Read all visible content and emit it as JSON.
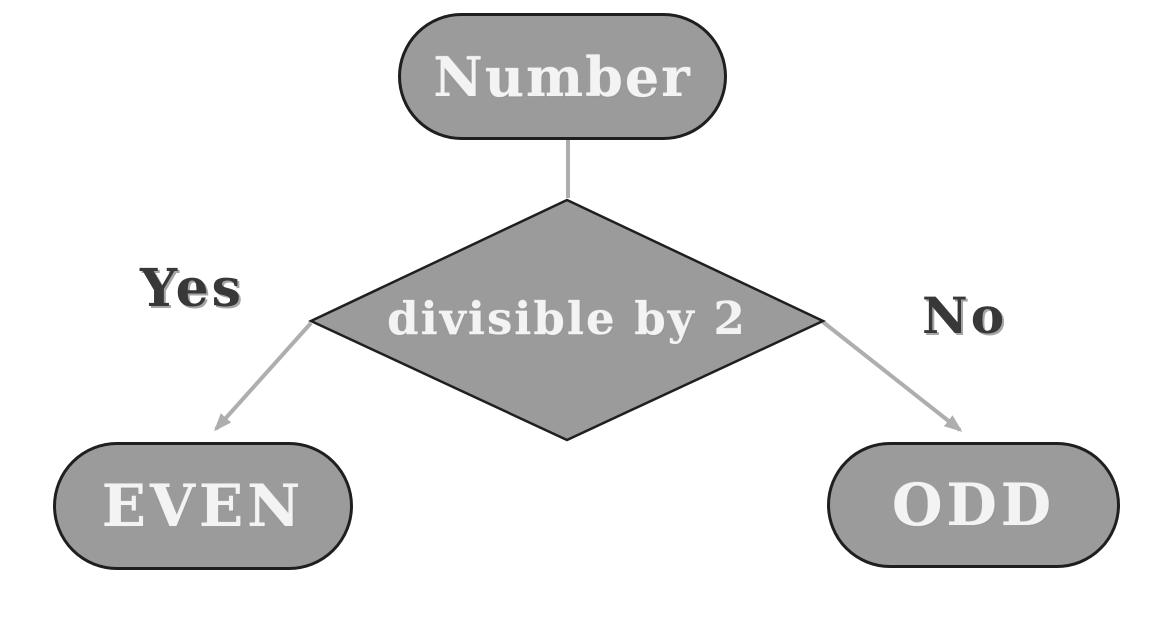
{
  "colors": {
    "background": "#ffffff",
    "node_fill": "#9b9b9b",
    "node_border": "#1f1f1f",
    "connector": "#aeaeae",
    "node_text": "#f3f3f3",
    "branch_label_text": "#383838"
  },
  "flowchart": {
    "nodes": {
      "start": {
        "label": "Number",
        "shape": "rounded"
      },
      "decision": {
        "label": "divisible by 2",
        "shape": "diamond"
      },
      "even": {
        "label": "EVEN",
        "shape": "rounded"
      },
      "odd": {
        "label": "ODD",
        "shape": "rounded"
      }
    },
    "edges": {
      "start_to_decision": {
        "label": ""
      },
      "decision_to_even": {
        "label": "Yes"
      },
      "decision_to_odd": {
        "label": "No"
      }
    }
  }
}
